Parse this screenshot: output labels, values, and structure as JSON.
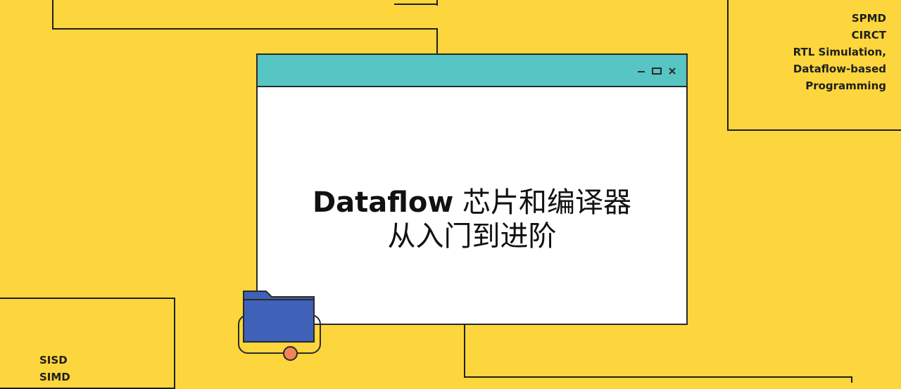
{
  "window": {
    "title_line1_latin": "Dataflow",
    "title_line1_cjk": "芯片和编译器",
    "title_line2": "从入门到进阶",
    "controls": {
      "minimize_icon": "minimize-icon",
      "maximize_icon": "maximize-icon",
      "close_icon": "close-icon"
    }
  },
  "tags_top_right": [
    "SPMD",
    "CIRCT",
    "RTL Simulation,",
    "Dataflow-based",
    "Programming"
  ],
  "tags_bottom_left": [
    "SISD",
    "SIMD"
  ],
  "colors": {
    "background": "#fcd63c",
    "titlebar": "#57c5c3",
    "folder": "#3f61b8",
    "dot": "#f48458"
  }
}
